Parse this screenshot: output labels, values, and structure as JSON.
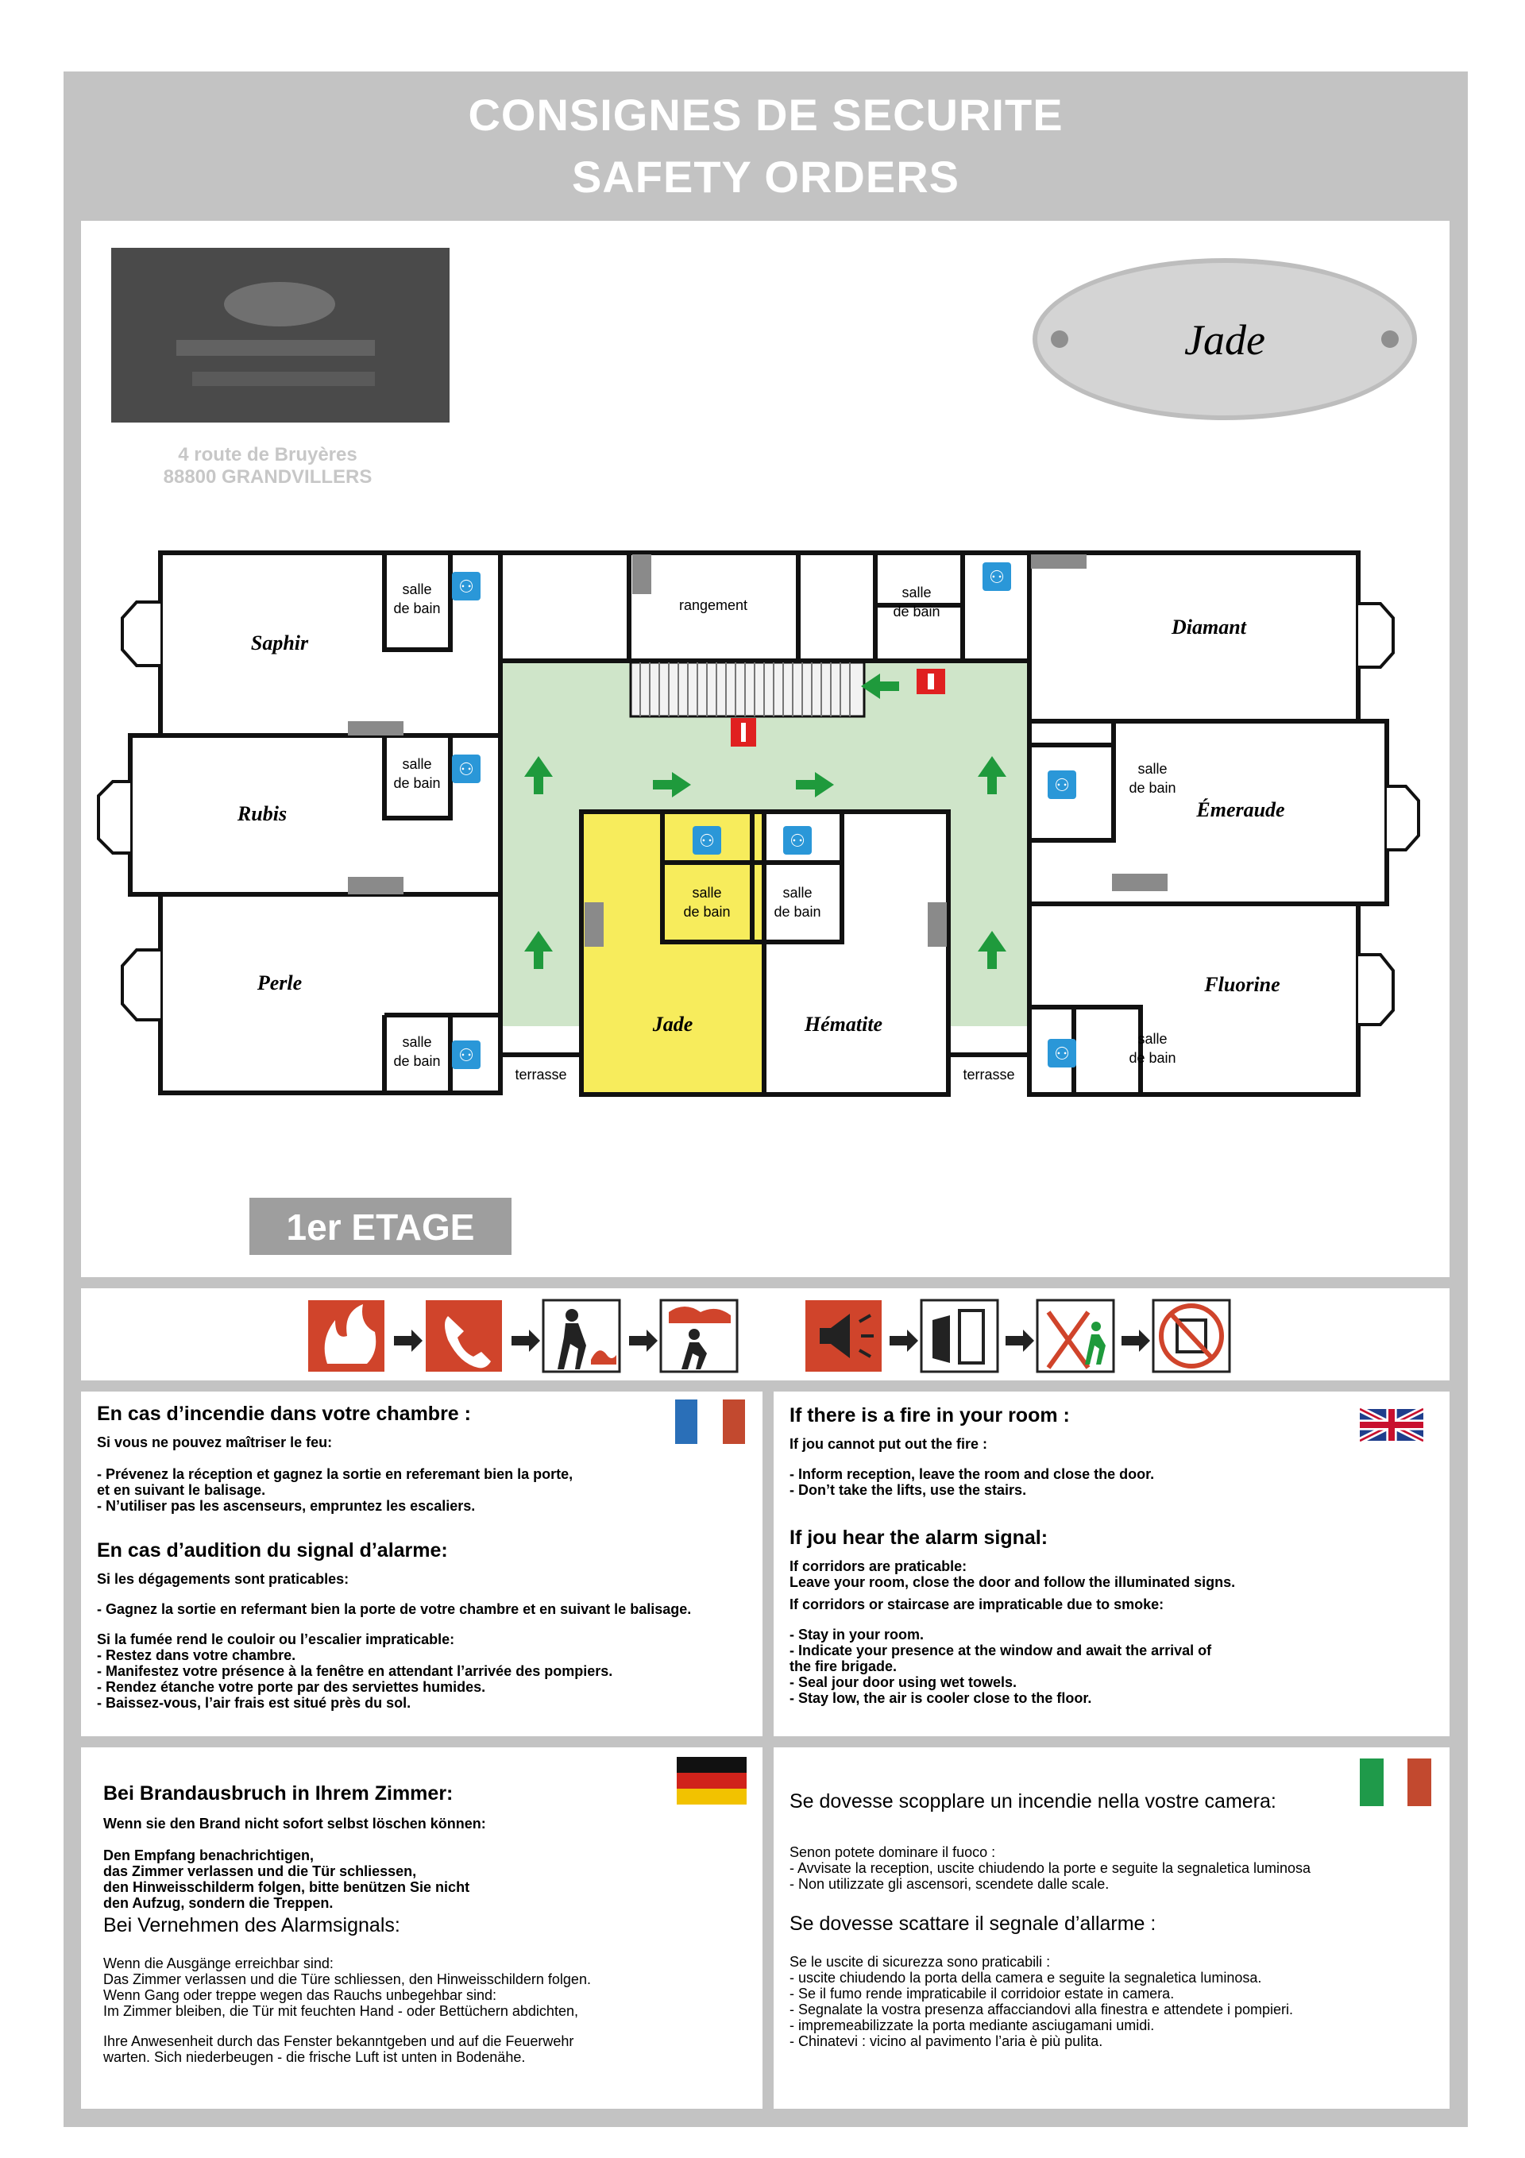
{
  "header": {
    "title_fr": "CONSIGNES DE SECURITE",
    "title_en": "SAFETY ORDERS"
  },
  "hotel": {
    "address_line1": "4 route de Bruyères",
    "address_line2": "88800 GRANDVILLERS"
  },
  "room_plate": {
    "name": "Jade"
  },
  "floor_label": "1er ETAGE",
  "plan": {
    "rooms": {
      "saphir": "Saphir",
      "rubis": "Rubis",
      "perle": "Perle",
      "diamant": "Diamant",
      "emeraude": "Émeraude",
      "fluorine": "Fluorine",
      "jade": "Jade",
      "hematite": "Hématite"
    },
    "bath_label_1": "salle",
    "bath_label_2": "de bain",
    "storage": "rangement",
    "terrace": "terrasse",
    "colors": {
      "corridor": "#cfe5c9",
      "current_room": "#f7ec5c",
      "arrow": "#1f9a3c",
      "extinguisher": "#e02020"
    }
  },
  "icons": {
    "fire_steps": [
      "fire-icon",
      "phone-icon",
      "extinguish-icon",
      "evacuate-icon"
    ],
    "alarm_steps": [
      "alarm-icon",
      "door-icon",
      "exit-icon",
      "no-lift-icon"
    ]
  },
  "fr": {
    "h1": "En cas d’incendie dans votre chambre :",
    "s1": "Si vous ne pouvez maîtriser le feu:",
    "b1": "- Prévenez la réception et gagnez la sortie en referemant bien la porte,\net en suivant le balisage.\n- N’utiliser pas les ascenseurs, empruntez les escaliers.",
    "h2": "En cas d’audition du signal d’alarme:",
    "s2": "Si les dégagements sont praticables:",
    "b2": "- Gagnez la sortie en refermant bien la porte de votre chambre et en suivant le balisage.",
    "s3": "Si la fumée rend le couloir ou l’escalier impraticable:",
    "b3": "- Restez dans votre chambre.\n- Manifestez votre présence à la fenêtre en attendant l’arrivée des pompiers.\n- Rendez étanche votre porte par des serviettes humides.\n- Baissez-vous, l’air frais est situé près du sol."
  },
  "en": {
    "h1": "If there is a fire in your room :",
    "s1": "If jou cannot put out the fire :",
    "b1": "- Inform reception, leave the room and close the door.\n- Don’t take the lifts, use the stairs.",
    "h2": "If jou hear the alarm signal:",
    "b2": "If corridors are praticable:\nLeave your room, close the door and follow the illuminated signs.",
    "s3": "If corridors or staircase are impraticable due to smoke:",
    "b3": "- Stay in your room.\n- Indicate your presence at the window and await the arrival of\nthe fire brigade.\n- Seal jour door using wet towels.\n- Stay low, the air is cooler close to the floor."
  },
  "de": {
    "h1": "Bei Brandausbruch in Ihrem Zimmer:",
    "s1": "Wenn sie den Brand nicht sofort selbst löschen können:",
    "b1": "Den Empfang benachrichtigen,\ndas Zimmer verlassen und die Tür schliessen,\nden Hinweisschilderm folgen, bitte benützen Sie nicht\nden Aufzug, sondern die Treppen.",
    "h2": "Bei Vernehmen des Alarmsignals:",
    "b2": "Wenn die Ausgänge erreichbar sind:\nDas Zimmer verlassen und die Türe schliessen, den Hinweisschildern folgen.\nWenn Gang oder treppe wegen das Rauchs unbegehbar sind:\nIm Zimmer bleiben, die Tür mit feuchten Hand - oder Bettüchern abdichten,",
    "b3": "Ihre Anwesenheit durch das Fenster bekanntgeben und auf die Feuerwehr\nwarten. Sich niederbeugen - die frische Luft ist unten in Bodenähe."
  },
  "it": {
    "h1": "Se dovesse scopplare un incendie nella vostre camera:",
    "b1": "Senon potete dominare il fuoco :\n- Avvisate la reception, uscite chiudendo la porte e seguite la segnaletica luminosa\n- Non utilizzate gli ascensori, scendete dalle scale.",
    "h2": "Se dovesse scattare il segnale d’allarme :",
    "b2": "Se le uscite di sicurezza sono praticabili :\n- uscite chiudendo la porta della camera e seguite la segnaletica luminosa.\n- Se il fumo rende impraticabile il corridoior estate in camera.\n- Segnalate la vostra presenza affacciandovi alla finestra e attendete i pompieri.\n- impremeabilizzate la porta mediante asciugamani umidi.\n- Chinatevi : vicino al pavimento l’aria è più pulita."
  }
}
